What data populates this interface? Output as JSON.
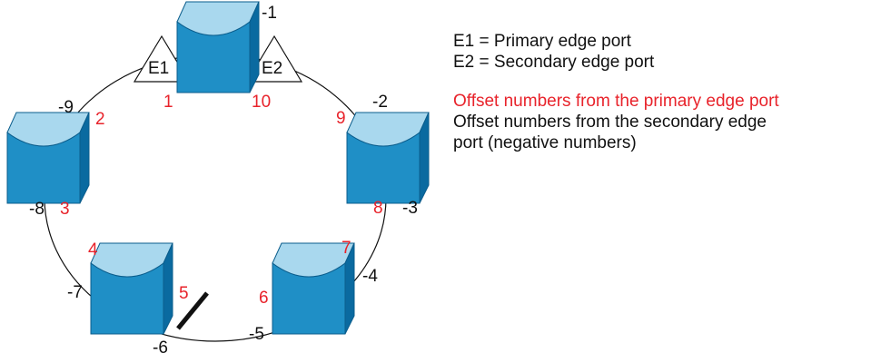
{
  "edge_labels": {
    "e1": "E1",
    "e2": "E2"
  },
  "legend": {
    "e1_def": "E1 = Primary edge port",
    "e2_def": "E2 = Secondary edge port",
    "primary_offsets": "Offset numbers from the primary edge port",
    "secondary_offsets_line1": "Offset numbers from the secondary edge",
    "secondary_offsets_line2": "port (negative numbers)"
  },
  "colors": {
    "switch_front": "#1f8fc6",
    "switch_side": "#0a6aa0",
    "switch_top": "#a9d8ee",
    "primary_offset": "#e8232b",
    "secondary_offset": "#111111"
  },
  "primary_offsets": [
    "1",
    "2",
    "3",
    "4",
    "5",
    "6",
    "7",
    "8",
    "9",
    "10"
  ],
  "secondary_offsets": [
    "-1",
    "-2",
    "-3",
    "-4",
    "-5",
    "-6",
    "-7",
    "-8",
    "-9"
  ]
}
